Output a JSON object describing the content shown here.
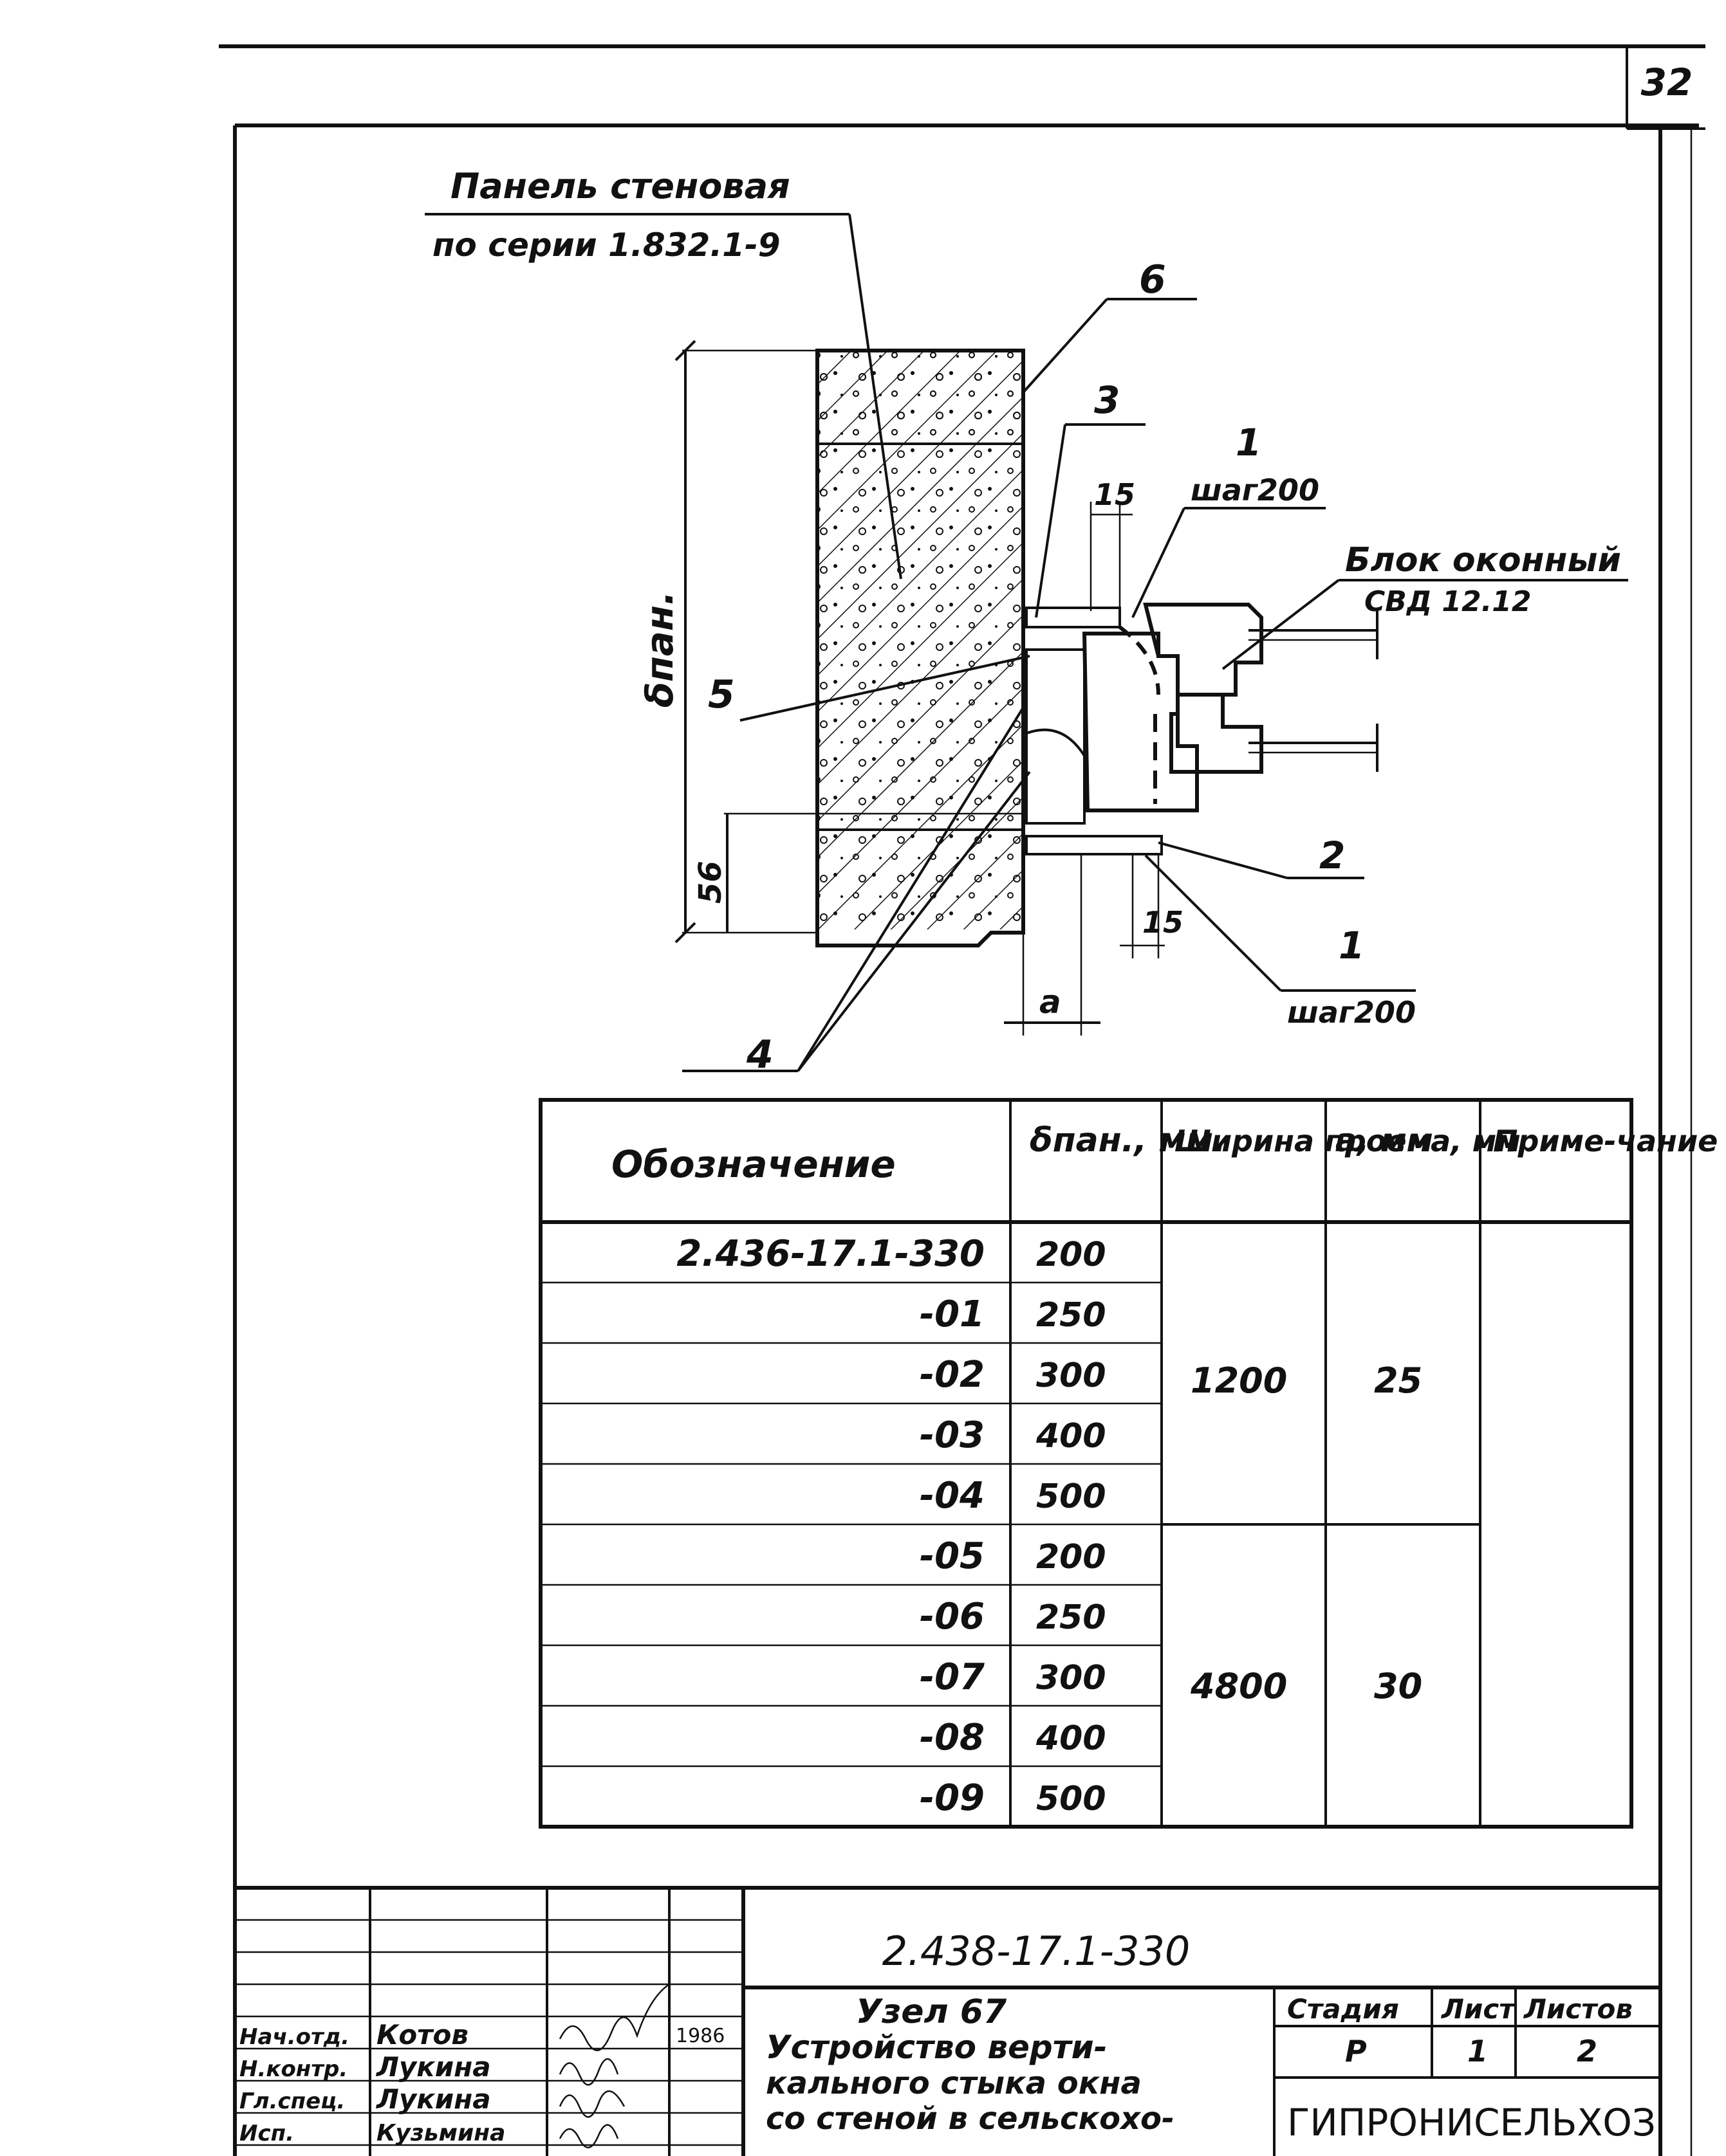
{
  "page_number": "32",
  "drawing": {
    "panel_label_line1": "Панель стеновая",
    "panel_label_line2": "по серии 1.832.1-9",
    "window_label_line1": "Блок оконный",
    "window_label_line2": "СВД 12.12",
    "callout_6": "6",
    "callout_3": "3",
    "callout_1_top": "1",
    "callout_1_top_spacing": "шаг200",
    "callout_5": "5",
    "callout_2": "2",
    "callout_1_bottom": "1",
    "callout_1_bottom_spacing": "шаг200",
    "callout_4": "4",
    "dim_15_top": "15",
    "dim_15_bottom": "15",
    "dim_56": "56",
    "dim_a": "a",
    "dim_b_pan": "δпан."
  },
  "table": {
    "headers": [
      "Обозначение",
      "δпан., мм.",
      "Ширина проема, мм",
      "a, мм",
      "Приме-чание"
    ],
    "rows": [
      {
        "designation": "2.436-17.1-330",
        "thickness": "200"
      },
      {
        "designation": "-01",
        "thickness": "250"
      },
      {
        "designation": "-02",
        "thickness": "300"
      },
      {
        "designation": "-03",
        "thickness": "400"
      },
      {
        "designation": "-04",
        "thickness": "500"
      },
      {
        "designation": "-05",
        "thickness": "200"
      },
      {
        "designation": "-06",
        "thickness": "250"
      },
      {
        "designation": "-07",
        "thickness": "300"
      },
      {
        "designation": "-08",
        "thickness": "400"
      },
      {
        "designation": "-09",
        "thickness": "500"
      }
    ],
    "group1": {
      "width": "1200",
      "a": "25"
    },
    "group2": {
      "width": "4800",
      "a": "30"
    }
  },
  "title_block": {
    "code": "2.438-17.1-330",
    "title_line1": "Узел 67",
    "title_line2": "Устройство верти-",
    "title_line3": "кального стыка окна",
    "title_line4": "со стеной в сельскохо-",
    "stage_label": "Стадия",
    "sheet_label": "Лист",
    "sheets_label": "Листов",
    "stage": "Р",
    "sheet": "1",
    "sheets": "2",
    "org": "ГИПРОНИСЕЛЬХОЗ",
    "year": "1986",
    "roles": [
      "Нач.отд.",
      "Н.контр.",
      "Гл.спец.",
      "Исп."
    ],
    "names": [
      "Котов",
      "Лукина",
      "Лукина",
      "Кузьмина"
    ]
  }
}
